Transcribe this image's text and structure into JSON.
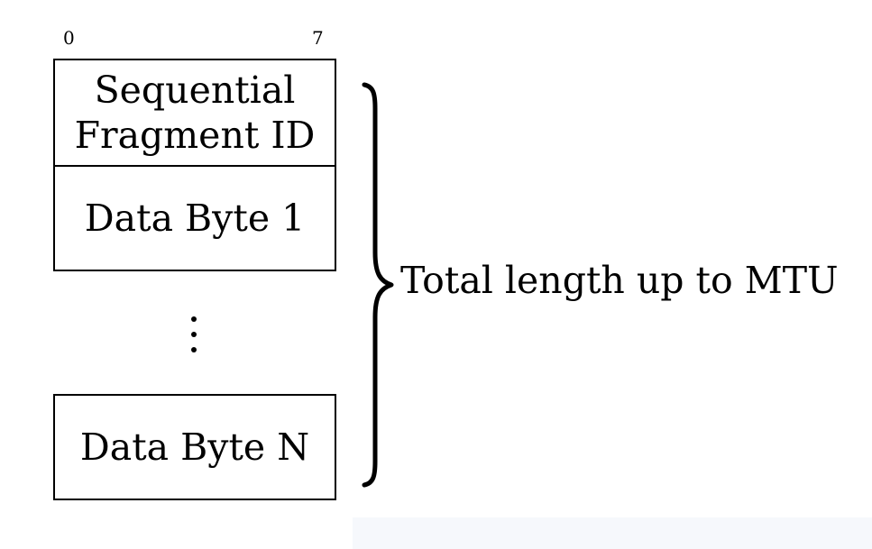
{
  "bits": {
    "start": "0",
    "end": "7"
  },
  "fields": {
    "fragment_id_line1": "Sequential",
    "fragment_id_line2": "Fragment ID",
    "data_byte_first": "Data Byte 1",
    "data_byte_last": "Data Byte N"
  },
  "brace_label": "Total length up to MTU",
  "colors": {
    "stroke": "#000000",
    "background": "#ffffff",
    "bottom_strip": "#f6f8fc"
  }
}
